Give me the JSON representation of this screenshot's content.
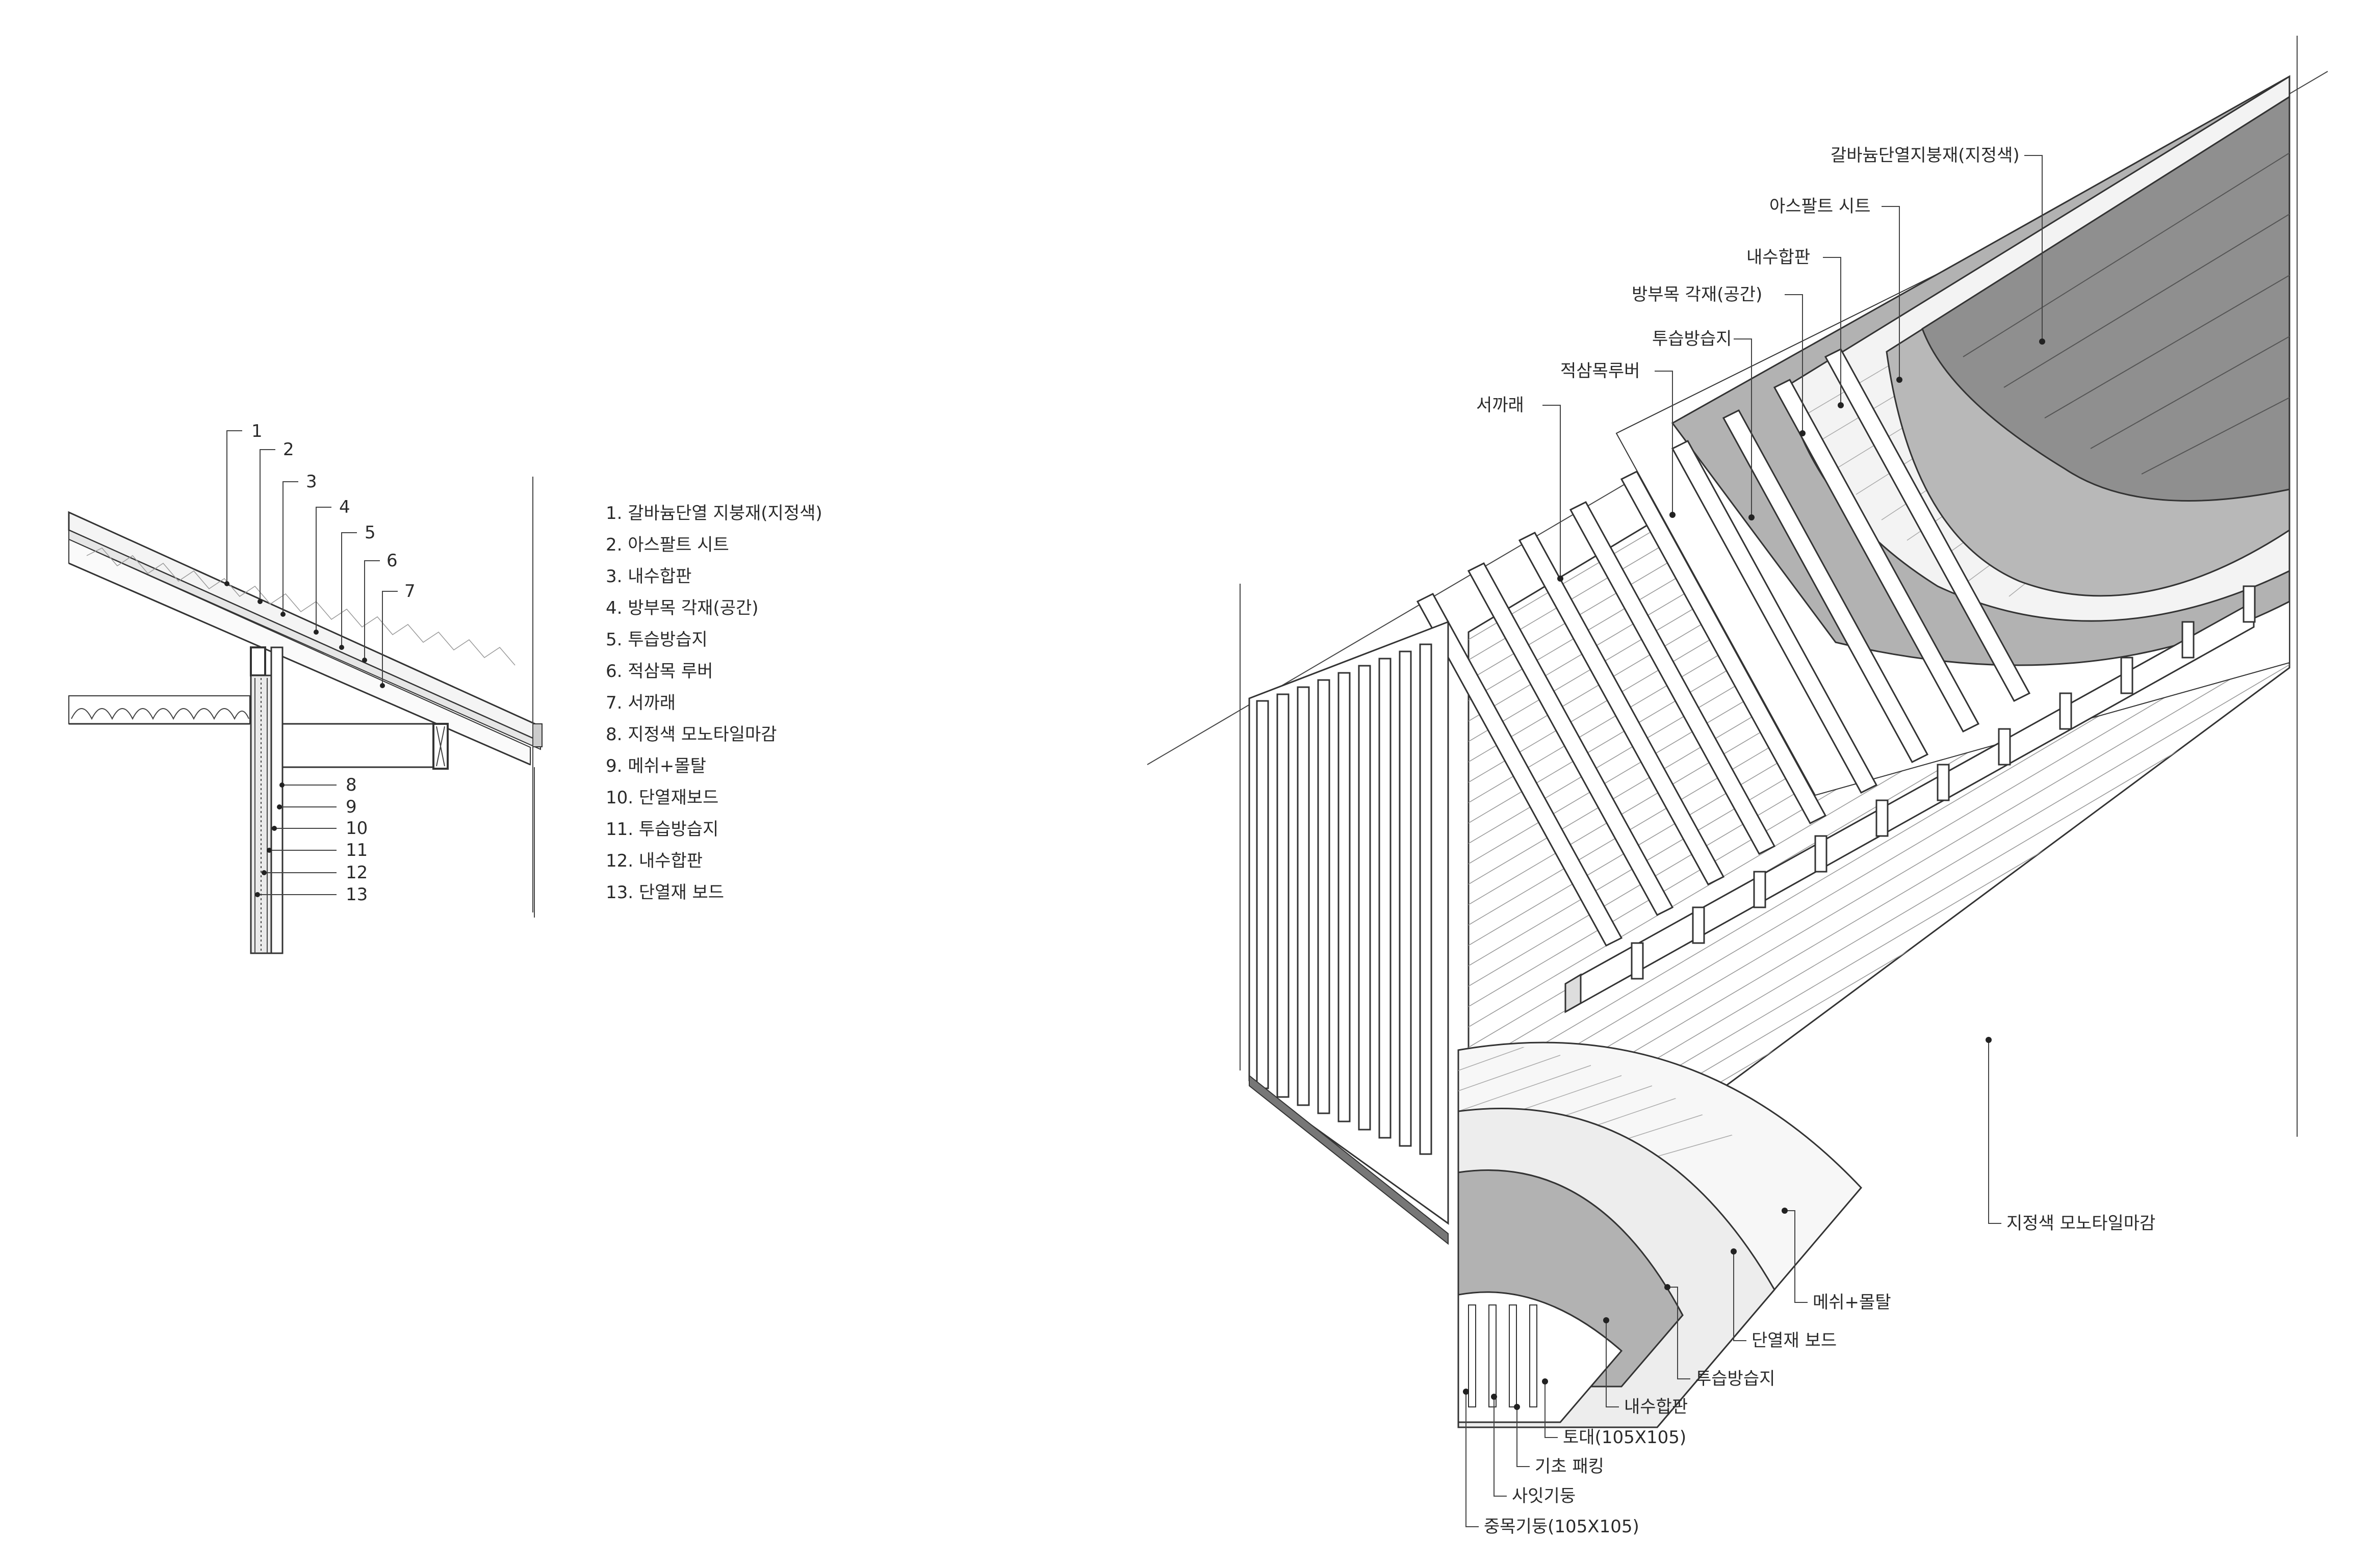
{
  "section_numbers": [
    "1",
    "2",
    "3",
    "4",
    "5",
    "6",
    "7",
    "8",
    "9",
    "10",
    "11",
    "12",
    "13"
  ],
  "legend": [
    "1. 갈바늄단열 지붕재(지정색)",
    "2. 아스팔트 시트",
    "3. 내수합판",
    "4. 방부목 각재(공간)",
    "5. 투습방습지",
    "6. 적삼목 루버",
    "7. 서까래",
    "8. 지정색 모노타일마감",
    "9. 메쉬+몰탈",
    "10. 단열재보드",
    "11. 투습방습지",
    "12. 내수합판",
    "13. 단열재 보드"
  ],
  "roof_labels": [
    "갈바늄단열지붕재(지정색)",
    "아스팔트 시트",
    "내수합판",
    "방부목 각재(공간)",
    "투습방습지",
    "적삼목루버",
    "서까래"
  ],
  "wall_labels": [
    "지정색 모노타일마감",
    "메쉬+몰탈",
    "단열재 보드",
    "투습방습지",
    "내수합판",
    "토대(105X105)",
    "기초 패킹",
    "사잇기둥",
    "중목기둥(105X105)"
  ],
  "colors": {
    "dark": "#8f8f8f",
    "mid": "#b2b2b2",
    "light": "#c2c2c2",
    "line": "#333333"
  }
}
